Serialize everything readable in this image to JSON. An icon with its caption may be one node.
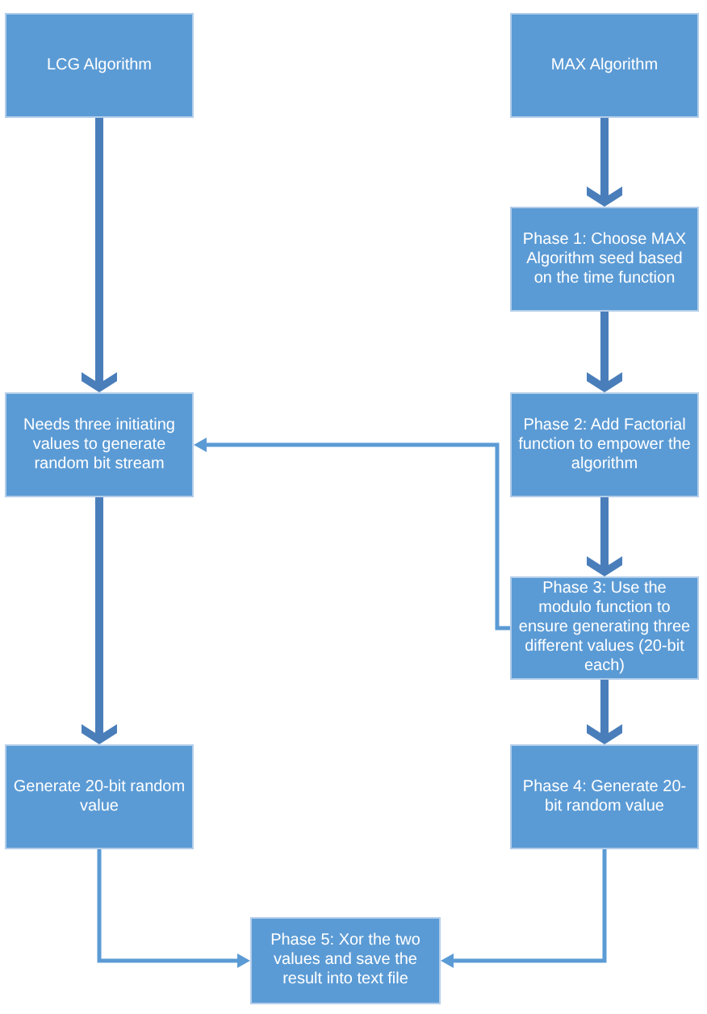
{
  "diagram": {
    "nodes": [
      {
        "text": [
          "LCG Algorithm"
        ]
      },
      {
        "text": [
          "MAX Algorithm"
        ]
      },
      {
        "text": [
          "Phase 1: Choose MAX Algorithm seed based on the time function"
        ]
      },
      {
        "text": [
          "Needs three initiating values to generate random bit stream"
        ]
      },
      {
        "text": [
          "Phase 2: Add Factorial function to empower the algorithm"
        ]
      },
      {
        "text": [
          "Phase 3: Use the modulo function to ensure generating three different values (20-bit each)"
        ]
      },
      {
        "text": [
          "Generate 20-bit random value"
        ]
      },
      {
        "text": [
          "Phase 4: Generate 20-bit random value"
        ]
      },
      {
        "text": [
          "Phase 5: Xor the two values and save the result into text file"
        ]
      }
    ],
    "edges": [
      {
        "from": 0,
        "to": 3,
        "arrow": "to"
      },
      {
        "from": 1,
        "to": 2,
        "arrow": "to"
      },
      {
        "from": 2,
        "to": 4,
        "arrow": "to"
      },
      {
        "from": 4,
        "to": 5,
        "arrow": "to"
      },
      {
        "from": 5,
        "to": 3,
        "arrow": "to",
        "color": "#5b9bd5"
      },
      {
        "from": 3,
        "to": 6,
        "arrow": "to"
      },
      {
        "from": 5,
        "to": 7,
        "arrow": "to"
      },
      {
        "from": 6,
        "to": 8,
        "arrow": "to",
        "color": "#5b9bd5"
      },
      {
        "from": 7,
        "to": 8,
        "arrow": "to",
        "color": "#5b9bd5"
      }
    ]
  }
}
